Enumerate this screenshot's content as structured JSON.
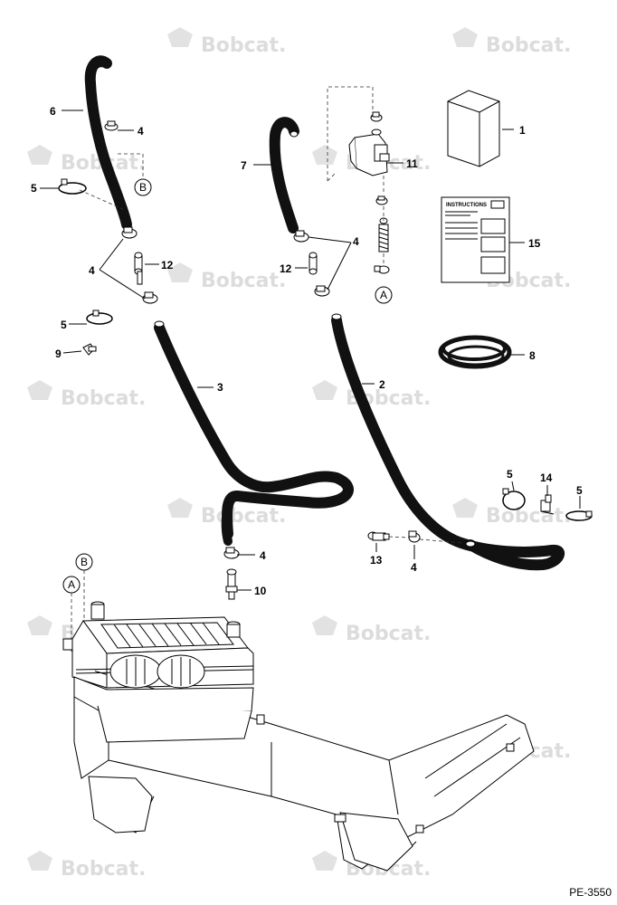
{
  "diagram": {
    "watermark": "Bobcat.",
    "figure_code": "PE-3550",
    "instructions_title": "INSTRUCTIONS",
    "callouts": {
      "c1": "1",
      "c2": "2",
      "c3": "3",
      "c4a": "4",
      "c4b": "4",
      "c4c": "4",
      "c4d": "4",
      "c4e": "4",
      "c5a": "5",
      "c5b": "5",
      "c5c": "5",
      "c5d": "5",
      "c6": "6",
      "c7": "7",
      "c8": "8",
      "c9": "9",
      "c10": "10",
      "c11": "11",
      "c12a": "12",
      "c12b": "12",
      "c13": "13",
      "c14": "14",
      "c15": "15"
    },
    "references": {
      "a_top": "A",
      "b_top": "B",
      "a_bottom": "A",
      "b_bottom": "B"
    }
  }
}
